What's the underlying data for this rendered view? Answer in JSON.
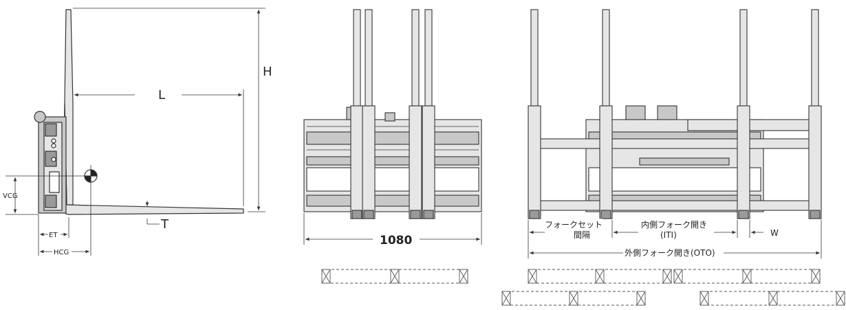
{
  "side_view": {
    "label_h": "H",
    "label_l": "L",
    "label_t": "T",
    "label_vcg": "VCG",
    "label_et": "ET",
    "label_hcg": "HCG"
  },
  "front_view_narrow": {
    "width_label": "1080"
  },
  "front_view_wide": {
    "fork_set_spacing_1": "フォークセット",
    "fork_set_spacing_2": "間隔",
    "inner_spread_1": "内側フォーク開き",
    "inner_spread_2": "(ITI)",
    "label_w": "W",
    "outer_spread": "外側フォーク開き(OTO)"
  },
  "colors": {
    "line": "#333333",
    "fill_light": "#e6e6e6",
    "fill_mid": "#c8c8c8",
    "fill_dark": "#9a9a9a"
  }
}
